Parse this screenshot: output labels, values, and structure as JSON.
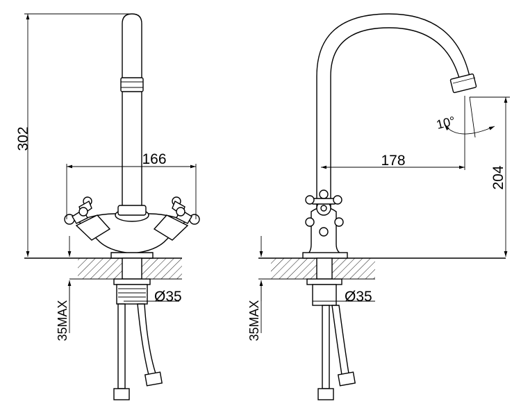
{
  "dimensions": {
    "total_height": "302",
    "handle_span": "166",
    "max_thickness_left": "35MAX",
    "diameter_left": "Ø35",
    "spout_reach": "178",
    "spout_height": "204",
    "spout_angle": "10°",
    "max_thickness_right": "35MAX",
    "diameter_right": "Ø35"
  }
}
